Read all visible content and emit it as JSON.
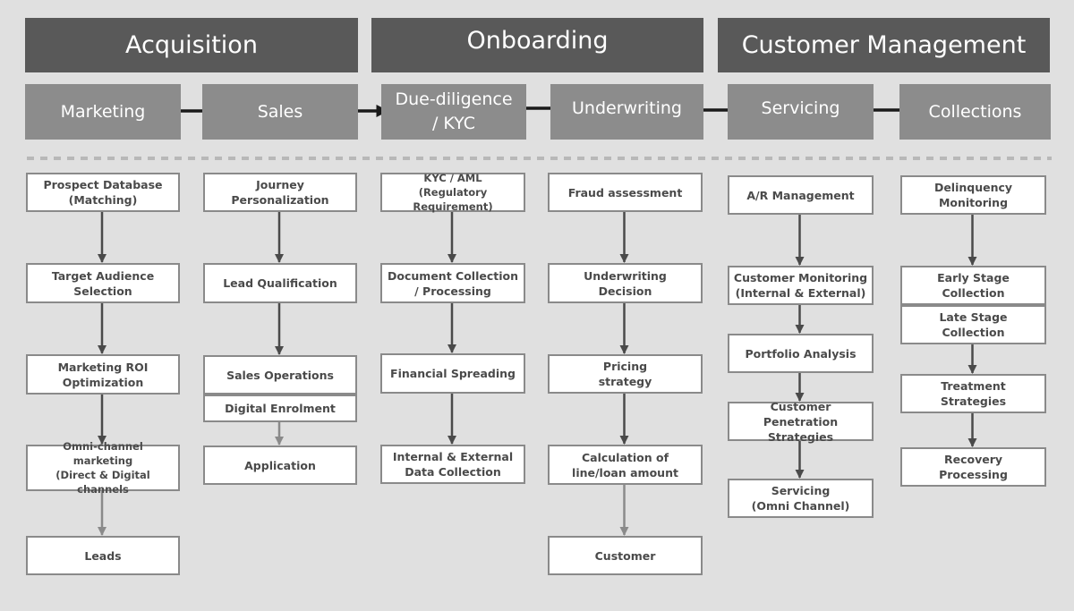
{
  "phases": [
    {
      "id": "acquisition",
      "label": "Acquisition"
    },
    {
      "id": "onboarding",
      "label": "Onboarding"
    },
    {
      "id": "customer-management",
      "label": "Customer Management"
    }
  ],
  "stages": [
    {
      "id": "marketing",
      "label": "Marketing"
    },
    {
      "id": "sales",
      "label": "Sales"
    },
    {
      "id": "due-diligence",
      "label": "Due-diligence\n/ KYC"
    },
    {
      "id": "underwriting",
      "label": "Underwriting"
    },
    {
      "id": "servicing",
      "label": "Servicing"
    },
    {
      "id": "collections",
      "label": "Collections"
    }
  ],
  "stage_connectors": [
    {
      "from": "marketing",
      "to": "sales",
      "type": "bidirectional"
    },
    {
      "from": "sales",
      "to": "due-diligence",
      "type": "bidirectional"
    },
    {
      "from": "due-diligence",
      "to": "underwriting",
      "type": "bidirectional"
    },
    {
      "from": "underwriting",
      "to": "servicing",
      "type": "forward"
    },
    {
      "from": "servicing",
      "to": "collections",
      "type": "forward"
    }
  ],
  "columns": [
    {
      "stage": "marketing",
      "tasks": [
        {
          "label": "Prospect Database\n(Matching)"
        },
        {
          "label": "Target Audience\nSelection"
        },
        {
          "label": "Marketing ROI\nOptimization"
        },
        {
          "label": "Omni-channel\nmarketing\n(Direct & Digital channels",
          "small": true
        },
        {
          "label": "Leads",
          "outcome": true
        }
      ]
    },
    {
      "stage": "sales",
      "tasks": [
        {
          "label": "Journey\nPersonalization"
        },
        {
          "label": "Lead Qualification"
        },
        {
          "label": "Sales Operations",
          "group_top": true
        },
        {
          "label": "Digital Enrolment",
          "group_bottom": true
        },
        {
          "label": "Application",
          "outcome": true
        }
      ]
    },
    {
      "stage": "due-diligence",
      "tasks": [
        {
          "label": "KYC / AML\n(Regulatory Requirement)",
          "small": true
        },
        {
          "label": "Document Collection\n/ Processing"
        },
        {
          "label": "Financial Spreading"
        },
        {
          "label": "Internal & External\nData Collection"
        }
      ]
    },
    {
      "stage": "underwriting",
      "tasks": [
        {
          "label": "Fraud assessment"
        },
        {
          "label": "Underwriting\nDecision"
        },
        {
          "label": "Pricing\nstrategy"
        },
        {
          "label": "Calculation of\nline/loan amount"
        },
        {
          "label": "Customer",
          "outcome": true
        }
      ]
    },
    {
      "stage": "servicing",
      "tasks": [
        {
          "label": "A/R Management"
        },
        {
          "label": "Customer Monitoring\n(Internal & External)"
        },
        {
          "label": "Portfolio Analysis"
        },
        {
          "label": "Customer Penetration\nStrategies"
        },
        {
          "label": "Servicing\n(Omni Channel)"
        }
      ]
    },
    {
      "stage": "collections",
      "tasks": [
        {
          "label": "Delinquency\nMonitoring"
        },
        {
          "label": "Early Stage\nCollection",
          "group_top": true
        },
        {
          "label": "Late Stage\nCollection",
          "group_bottom": true
        },
        {
          "label": "Treatment\nStrategies"
        },
        {
          "label": "Recovery\nProcessing"
        }
      ]
    }
  ],
  "colors": {
    "background": "#e0e0e0",
    "phase_fill": "#595959",
    "stage_fill": "#8c8c8c",
    "task_fill": "#ffffff",
    "task_border": "#8a8a8a",
    "arrow_dark": "#4a4a4a",
    "arrow_light": "#8a8a8a",
    "connector_black": "#1a1a1a",
    "divider": "#b8b8b8"
  }
}
